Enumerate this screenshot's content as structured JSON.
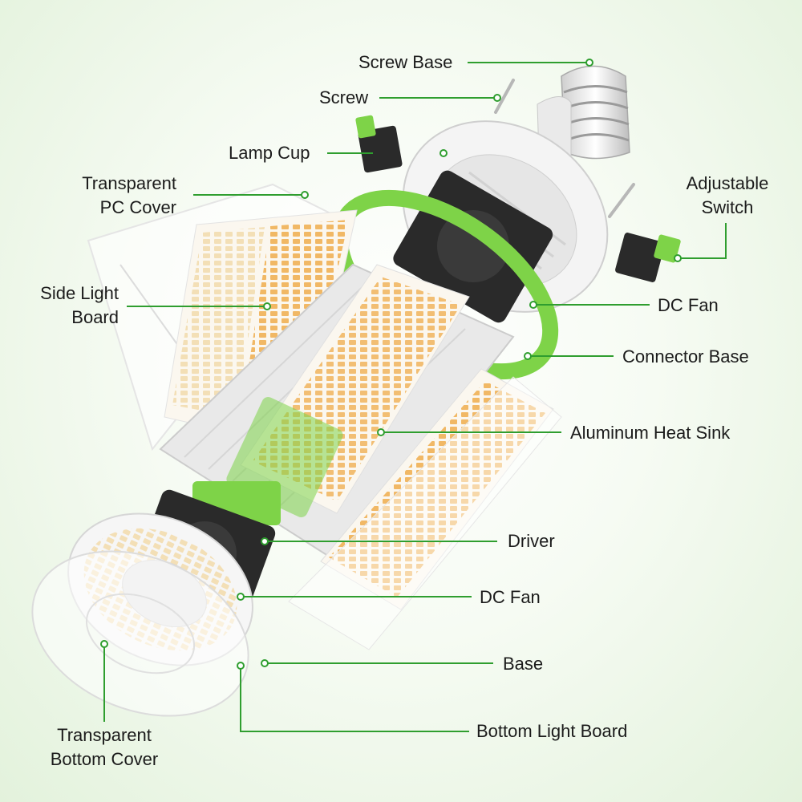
{
  "diagram": {
    "colors": {
      "accent": "#2f9e2f",
      "green_part": "#7ed348",
      "dark_part": "#2a2a2a",
      "led_warm": "#f1b865",
      "led_cool": "#f6e9cf",
      "housing": "#f2f2f2"
    },
    "labels": {
      "screw_base": "Screw Base",
      "screw": "Screw",
      "lamp_cup": "Lamp Cup",
      "pc_cover_1": "Transparent",
      "pc_cover_2": "PC Cover",
      "adjustable_switch_1": "Adjustable",
      "adjustable_switch_2": "Switch",
      "side_light_board_1": "Side Light",
      "side_light_board_2": "Board",
      "dc_fan_top": "DC Fan",
      "connector_base": "Connector Base",
      "aluminum_heat_sink": "Aluminum Heat Sink",
      "driver": "Driver",
      "dc_fan_bottom": "DC Fan",
      "base": "Base",
      "bottom_light_board": "Bottom Light Board",
      "bottom_cover_1": "Transparent",
      "bottom_cover_2": "Bottom Cover"
    }
  }
}
